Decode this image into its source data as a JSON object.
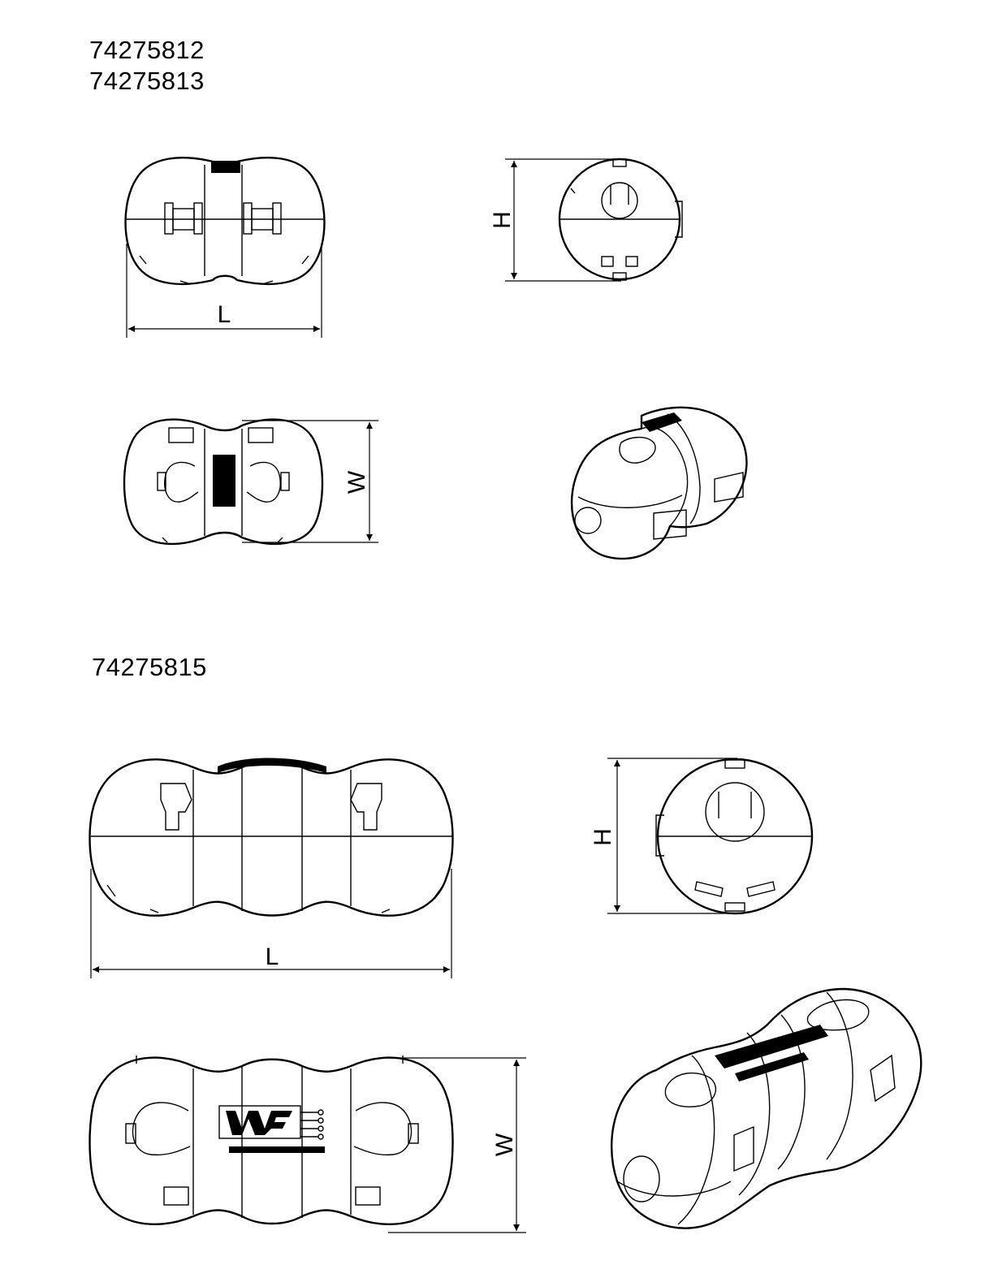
{
  "section_a": {
    "part_numbers": [
      "74275812",
      "74275813"
    ],
    "dimensions": {
      "length": "L",
      "height": "H",
      "width": "W"
    }
  },
  "section_b": {
    "part_numbers": [
      "74275815"
    ],
    "dimensions": {
      "length": "L",
      "height": "H",
      "width": "W"
    }
  },
  "colors": {
    "line": "#000000",
    "background": "#ffffff"
  }
}
